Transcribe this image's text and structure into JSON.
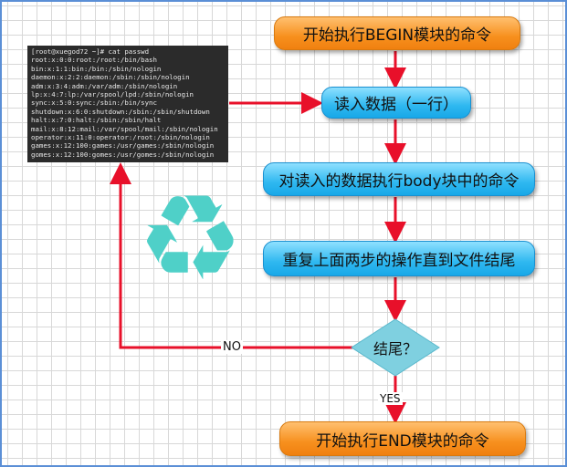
{
  "terminal": {
    "lines": [
      "[root@xuegod72 ~]# cat passwd",
      "root:x:0:0:root:/root:/bin/bash",
      "bin:x:1:1:bin:/bin:/sbin/nologin",
      "daemon:x:2:2:daemon:/sbin:/sbin/nologin",
      "adm:x:3:4:adm:/var/adm:/sbin/nologin",
      "lp:x:4:7:lp:/var/spool/lpd:/sbin/nologin",
      "sync:x:5:0:sync:/sbin:/bin/sync",
      "shutdown:x:6:0:shutdown:/sbin:/sbin/shutdown",
      "halt:x:7:0:halt:/sbin:/sbin/halt",
      "mail:x:8:12:mail:/var/spool/mail:/sbin/nologin",
      "operator:x:11:0:operator:/root:/sbin/nologin",
      "games:x:12:100:games:/usr/games:/sbin/nologin",
      "gomes:x:12:100:gomes:/usr/gomes:/sbin/nologin"
    ]
  },
  "flow": {
    "begin": "开始执行BEGIN模块的命令",
    "read": "读入数据（一行）",
    "body": "对读入的数据执行body块中的命令",
    "repeat": "重复上面两步的操作直到文件结尾",
    "decision": "结尾？",
    "no": "NO",
    "yes": "YES",
    "end": "开始执行END模块的命令"
  },
  "icons": {
    "recycle": "recycle-icon"
  },
  "colors": {
    "arrow": "#e8102a",
    "start_end": "#f7901e",
    "process": "#2fb8f0",
    "decision": "#7fd0e0",
    "recycle": "#4fd0c8"
  }
}
